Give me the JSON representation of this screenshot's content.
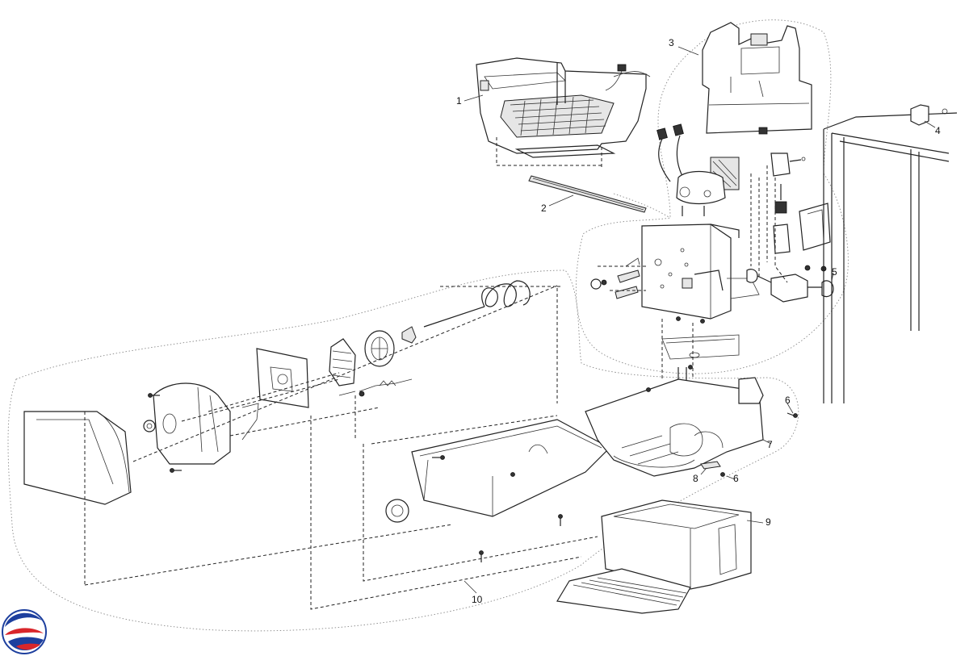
{
  "callouts": {
    "c1": "1",
    "c2": "2",
    "c3": "3",
    "c4": "4",
    "c5": "5",
    "c6a": "6",
    "c6b": "6",
    "c7": "7",
    "c8": "8",
    "c9": "9",
    "c10": "10"
  },
  "logo": {
    "icon": "brand-swirl-icon",
    "colors": [
      "#1d3f9e",
      "#d9262b"
    ]
  }
}
